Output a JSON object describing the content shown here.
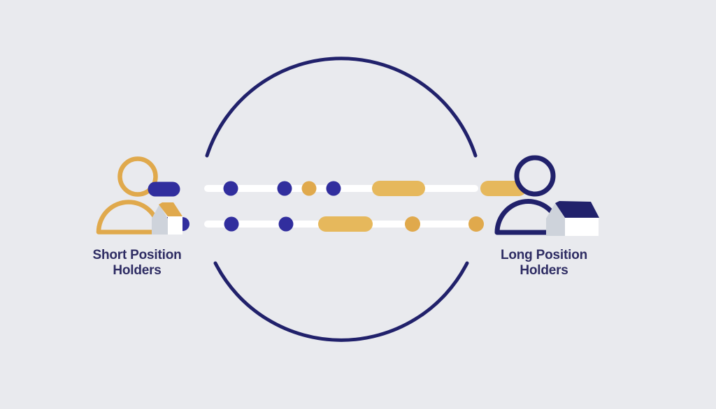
{
  "diagram": {
    "description": "Two-way market flow between short and long position holders through a central exchange cycle",
    "left": {
      "label": "Short Position\nHolders",
      "icon": "person-icon",
      "house": "small-house-icon"
    },
    "right": {
      "label": "Long Position\nHolders",
      "icon": "person-icon",
      "house": "large-house-icon"
    },
    "flow_top_pattern": [
      "navy-dash",
      "navy-dot",
      "navy-dot",
      "amber-dot",
      "navy-dot",
      "gold-dash",
      "gold-dash"
    ],
    "flow_bottom_pattern": [
      "navy-dash",
      "navy-dot",
      "navy-dot",
      "gold-dash",
      "amber-dot",
      "amber-dot"
    ]
  },
  "colors": {
    "background": "#e9eaee",
    "navy": "#21216b",
    "royal": "#312e9e",
    "gold": "#e6b85c",
    "amber": "#e0a94c",
    "gray": "#ced3db",
    "white": "#ffffff",
    "ink": "#2e2c63"
  }
}
